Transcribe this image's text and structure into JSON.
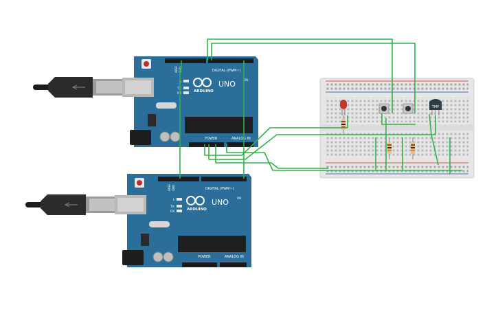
{
  "boards": [
    {
      "model": "UNO",
      "brand": "ARDUINO",
      "digital_header": "DIGITAL (PWM~)",
      "power_header": "POWER",
      "analog_header": "ANALOG IN",
      "led_labels": [
        "L",
        "TX",
        "RX"
      ],
      "on_label": "ON",
      "aref": "AREF",
      "gnd": "GND"
    },
    {
      "model": "UNO",
      "brand": "ARDUINO",
      "digital_header": "DIGITAL (PWM~)",
      "power_header": "POWER",
      "analog_header": "ANALOG IN",
      "led_labels": [
        "L",
        "TX",
        "RX"
      ],
      "on_label": "ON",
      "aref": "AREF",
      "gnd": "GND"
    }
  ],
  "breadboard": {
    "sensor_label": "TMP"
  },
  "colors": {
    "board": "#2a6e99",
    "wire": "#2fb24a",
    "breadboard": "#e6e6e6",
    "rail_red": "#d9534f",
    "rail_blue": "#4a6fb5",
    "led": "#c0392b",
    "sensor": "#2c3a44"
  }
}
